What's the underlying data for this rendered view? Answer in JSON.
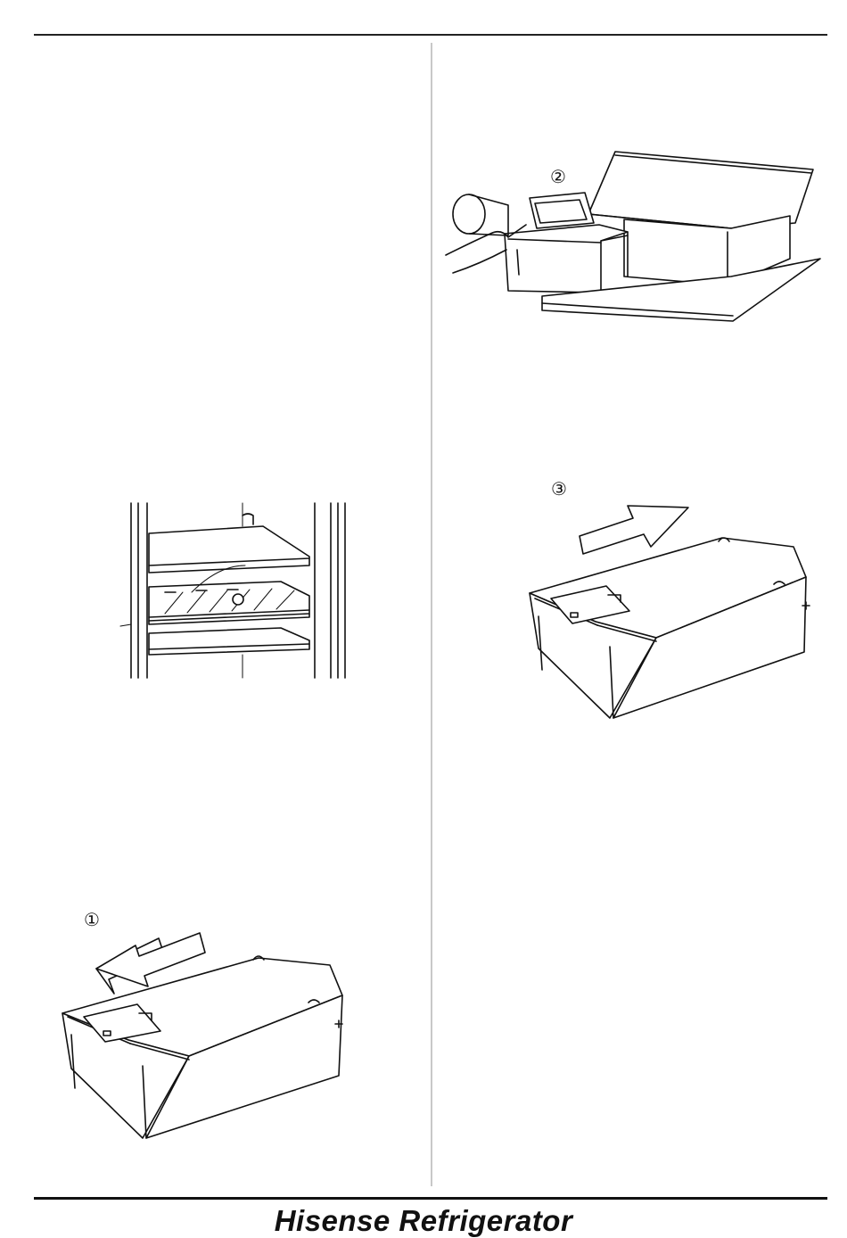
{
  "footer": {
    "brand": "Hisense Refrigerator"
  },
  "figures": {
    "step_1": {
      "label": "①",
      "arrow_direction": "left"
    },
    "step_2": {
      "label": "②"
    },
    "step_3": {
      "label": "③",
      "arrow_direction": "right"
    }
  },
  "icons": [
    "arrow-left-icon",
    "arrow-right-icon"
  ],
  "colors": {
    "line": "#111111",
    "background": "#ffffff"
  }
}
